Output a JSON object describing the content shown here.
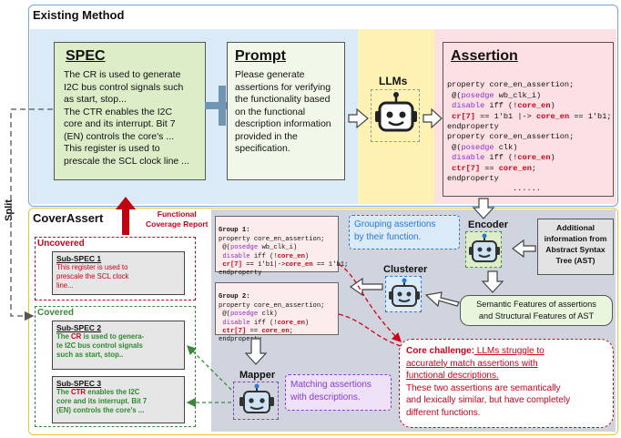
{
  "existing": {
    "title": "Existing Method",
    "spec": {
      "title": "SPEC",
      "lines": [
        "The CR is used to generate",
        "I2C bus control signals such",
        "as start, stop...",
        "The CTR enables the I2C",
        "core and its interrupt. Bit 7",
        "(EN) controls the core's ...",
        "This register is used to",
        "prescale the SCL clock line ..."
      ]
    },
    "plus": "+",
    "prompt": {
      "title": "Prompt",
      "lines": [
        "Please generate",
        "assertions for verifying",
        "the functionality based",
        "on the functional",
        "description information",
        "provided in the",
        "specification."
      ]
    },
    "llms": {
      "title": "LLMs"
    },
    "assertion": {
      "title": "Assertion",
      "l1": "property core_en_assertion;",
      "l2_a": " @(",
      "l2_kw": "posedge",
      "l2_b": " wb_clk_i)",
      "l3_kw": " disable",
      "l3_b": " iff (!",
      "l3_r": "core_en",
      "l3_c": ")",
      "l4_r1": " cr[7]",
      "l4_b": " == 1'b1 |-> ",
      "l4_r2": "core_en",
      "l4_c": " == 1'b1;",
      "l5": "endproperty",
      "l6": "property core_en_assertion;",
      "l7_a": " @(",
      "l7_kw": "posedge",
      "l7_b": " clk)",
      "l8_kw": " disable",
      "l8_b": " iff (!",
      "l8_r": "core_en",
      "l8_c": ")",
      "l9_r1": " ctr[7]",
      "l9_b": " == ",
      "l9_r2": "core_en",
      "l9_c": ";",
      "l10": "endproperty",
      "l11": "......"
    }
  },
  "split_label": "Split",
  "coverassert": {
    "title": "CoverAssert",
    "report": {
      "line1": "Functional",
      "line2": "Coverage Report"
    },
    "uncovered": {
      "label": "Uncovered",
      "sub1_title": "Sub-SPEC 1",
      "sub1_lines": [
        "This register is used to",
        "prescale the SCL clock",
        "line..."
      ]
    },
    "covered": {
      "label": "Covered",
      "sub2_title": "Sub-SPEC 2",
      "sub2_a": "The ",
      "sub2_kw": "CR",
      "sub2_b": " is used to genera-",
      "sub2_lines": [
        "te I2C bus control signals",
        "such as start, stop.."
      ],
      "sub3_title": "Sub-SPEC 3",
      "sub3_a": "The ",
      "sub3_kw": "CTR",
      "sub3_b": "  enables the I2C",
      "sub3_lines": [
        "core and its interrupt. Bit 7",
        "(EN) controls the core's ..."
      ]
    },
    "group1": {
      "title": "Group 1:",
      "l1": "property core_en_assertion;",
      "l2_a": " @(",
      "l2_kw": "posedge",
      "l2_b": " wb_clk_i)",
      "l3_kw": " disable",
      "l3_b": " iff (!",
      "l3_r": "core_en",
      "l3_c": ")",
      "l4_r1": " cr[7]",
      "l4_b": " == 1'b1|->",
      "l4_r2": "core_en",
      "l4_c": " == 1'b1;",
      "l5": "endproperty"
    },
    "group2": {
      "title": "Group 2:",
      "l1": "property core_en_assertion;",
      "l2_a": " @(",
      "l2_kw": "posedge",
      "l2_b": " clk)",
      "l3_kw": " disable",
      "l3_b": " iff (!",
      "l3_r": "core_en",
      "l3_c": ")",
      "l4_r1": " ctr[7]",
      "l4_b": " == ",
      "l4_r2": "core_en",
      "l4_c": ";",
      "l5": "endproperty"
    },
    "grouping_note": {
      "line1": "Grouping assertions",
      "line2": "by their function."
    },
    "encoder": {
      "title": "Encoder"
    },
    "clusterer": {
      "title": "Clusterer"
    },
    "mapper": {
      "title": "Mapper"
    },
    "matching_note": {
      "line1": "Matching assertions",
      "line2": "with descriptions."
    },
    "additional": {
      "line1": "Additional",
      "line2": "information from",
      "line3": "Abstract Syntax",
      "line4": "Tree (AST)"
    },
    "semantic": {
      "line1": "Semantic Features of assertions",
      "line2": "and Structural Features of AST"
    },
    "challenge": {
      "label": "Core challenge:",
      "highlight1": " LLMs struggle to",
      "highlight2": "accurately match assertions with",
      "highlight3": "functional descriptions.",
      "line4": "These two assertions are semantically",
      "line5": "and lexically similar, but have completely",
      "line6": "different functions."
    }
  },
  "colors": {
    "spec_bg": "#dcedc8",
    "prompt_bg": "#f1f8e9",
    "llm_bg": "#fff2b3",
    "assertion_bg": "#fde0e4",
    "blue_panel": "#dbeaf7",
    "gray_panel": "#cfd4de",
    "accent_red": "#d0021b",
    "accent_blue": "#2a7ad5",
    "keyword_purple": "#8b2fc9"
  }
}
